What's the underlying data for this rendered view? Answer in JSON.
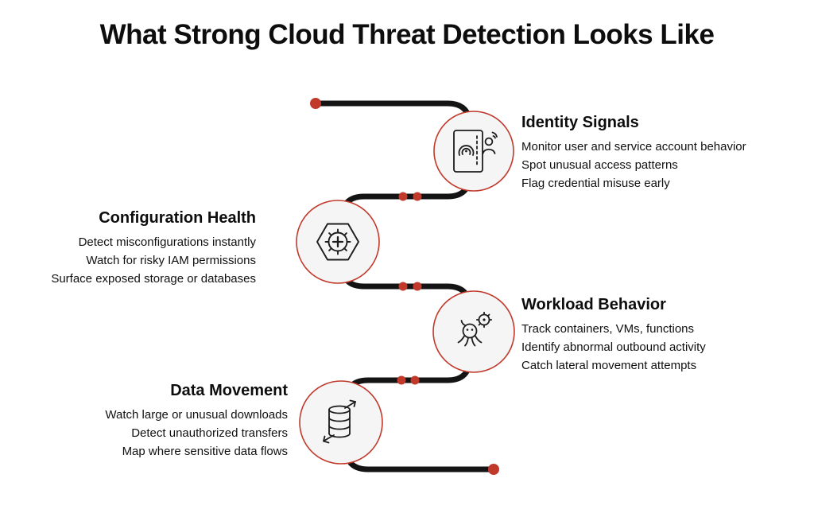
{
  "title": "What Strong Cloud Threat Detection Looks Like",
  "colors": {
    "accent": "#c0392b",
    "path": "#141414",
    "circle_fill": "#f5f5f5",
    "icon_stroke": "#1d1d1d",
    "text": "#101010"
  },
  "sections": [
    {
      "id": "identity-signals",
      "side": "right",
      "title": "Identity Signals",
      "icon": "identity-card-fingerprint-icon",
      "lines": [
        "Monitor user and service account behavior",
        "Spot unusual access patterns",
        "Flag credential misuse early"
      ]
    },
    {
      "id": "configuration-health",
      "side": "left",
      "title": "Configuration Health",
      "icon": "hexagon-gear-plus-icon",
      "lines": [
        "Detect misconfigurations instantly",
        "Watch for risky IAM permissions",
        "Surface exposed storage or databases"
      ]
    },
    {
      "id": "workload-behavior",
      "side": "right",
      "title": "Workload Behavior",
      "icon": "bug-gear-icon",
      "lines": [
        "Track containers, VMs, functions",
        "Identify abnormal outbound activity",
        "Catch lateral movement attempts"
      ]
    },
    {
      "id": "data-movement",
      "side": "left",
      "title": "Data Movement",
      "icon": "database-arrows-icon",
      "lines": [
        "Watch large or unusual downloads",
        "Detect unauthorized transfers",
        "Map where sensitive data flows"
      ]
    }
  ]
}
